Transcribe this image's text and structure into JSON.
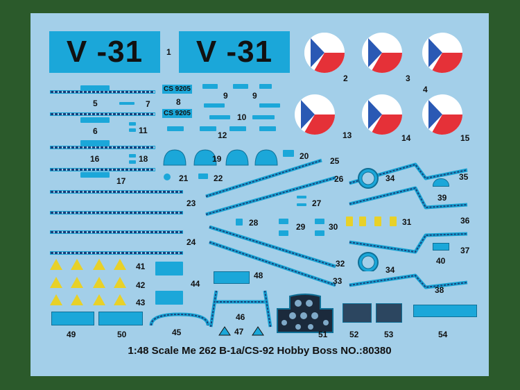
{
  "codes": {
    "left": "V -31",
    "right": "V -31"
  },
  "cs_tag": "CS 9205",
  "numbers": {
    "n1": "1",
    "n2": "2",
    "n3": "3",
    "n4": "4",
    "n5": "5",
    "n6": "6",
    "n7": "7",
    "n8": "8",
    "n9a": "9",
    "n9b": "9",
    "n10": "10",
    "n11": "11",
    "n12": "12",
    "n13": "13",
    "n14": "14",
    "n15": "15",
    "n16": "16",
    "n17": "17",
    "n18": "18",
    "n19": "19",
    "n20": "20",
    "n21": "21",
    "n22": "22",
    "n23": "23",
    "n24": "24",
    "n25": "25",
    "n26": "26",
    "n27": "27",
    "n28": "28",
    "n29": "29",
    "n30": "30",
    "n31": "31",
    "n32": "32",
    "n33": "33",
    "n34a": "34",
    "n34b": "34",
    "n35": "35",
    "n36": "36",
    "n37": "37",
    "n38": "38",
    "n39": "39",
    "n40": "40",
    "n41": "41",
    "n42": "42",
    "n43": "43",
    "n44": "44",
    "n45": "45",
    "n46": "46",
    "n47": "47",
    "n48": "48",
    "n49": "49",
    "n50": "50",
    "n51": "51",
    "n52": "52",
    "n53": "53",
    "n54": "54"
  },
  "footer": "1:48  Scale   Me 262 B-1a/CS-92   Hobby Boss   NO.:80380",
  "colors": {
    "sheet": "#a3cfe9",
    "decal_blue": "#1ba7d9",
    "frame": "#2b5a2b",
    "roundel_red": "#e53138",
    "roundel_blue": "#2a59b4",
    "warn_yellow": "#e8d128"
  }
}
